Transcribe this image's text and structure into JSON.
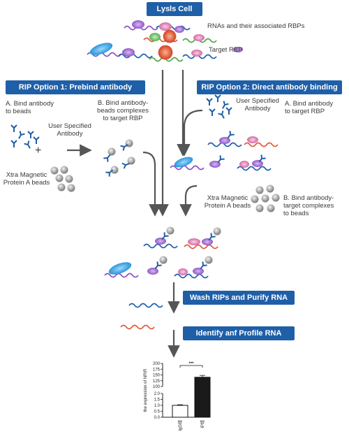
{
  "headers": {
    "lysis": "Lysls Cell",
    "option1": "RIP Option 1: Prebind antibody",
    "option2": "RIP Option 2: Direct antibody binding",
    "wash": "Wash RIPs and Purify RNA",
    "identify": "Identify anf Profile RNA"
  },
  "labels": {
    "rnas": "RNAs and their associated RBPs",
    "target_rbp": "Target RBP",
    "opt1_a": "A. Bind antibody\nto beads",
    "opt1_b": "B. Bind antibody-\nbeads complexes\nto target RBP",
    "user_antibody_1": "User Specified\nAntibody",
    "plus": "+",
    "beads_1": "Xtra Magnetic\nProtein A beads",
    "user_antibody_2": "User Specified\nAntibody",
    "opt2_a": "A. Bind antibody\nto target RBP",
    "beads_2": "Xtra Magnetic\nProtein A beads",
    "opt2_b": "B. Bind antibody-\ntarget complexes\nto beads"
  },
  "chart_data": {
    "type": "bar",
    "categories": [
      "IgG组",
      "IP组"
    ],
    "values": [
      1.0,
      140
    ],
    "errors": [
      0.05,
      8
    ],
    "ylabel": "the expression of NRIR",
    "yticks_lower": [
      "0.0",
      "0.5",
      "1.0",
      "1.5",
      "2.0"
    ],
    "yticks_upper": [
      "100",
      "125",
      "150",
      "175",
      "200"
    ],
    "ylim_lower": [
      0,
      2
    ],
    "ylim_upper": [
      100,
      200
    ],
    "broken_axis": true,
    "significance": "***",
    "colors": {
      "IgG组": "#ffffff",
      "IP组": "#1a1a1a"
    }
  },
  "colors": {
    "header_bg": "#1f5fa8",
    "arrow": "#555555"
  }
}
